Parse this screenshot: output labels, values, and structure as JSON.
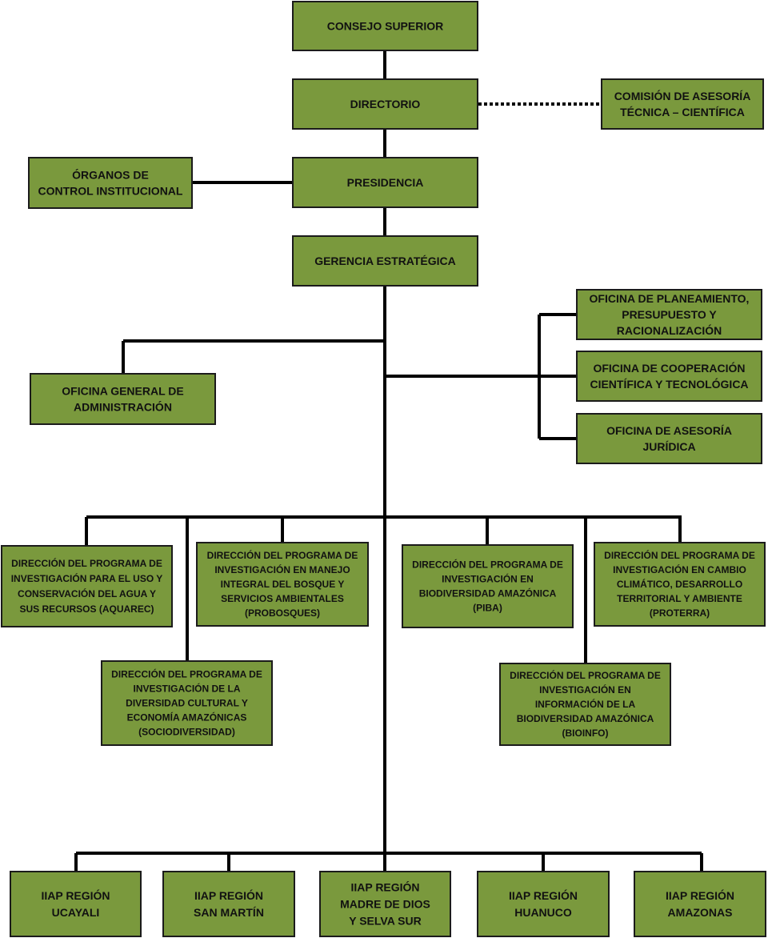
{
  "units": {
    "consejo": [
      "CONSEJO SUPERIOR"
    ],
    "directorio": [
      "DIRECTORIO"
    ],
    "comision": [
      "COMISIÓN DE ASESORÍA",
      "TÉCNICA – CIENTÍFICA"
    ],
    "presidencia": [
      "PRESIDENCIA"
    ],
    "organos": [
      "ÓRGANOS DE",
      "CONTROL INSTITUCIONAL"
    ],
    "gerencia": [
      "GERENCIA ESTRATÉGICA"
    ],
    "planeamiento": [
      "OFICINA DE PLANEAMIENTO,",
      "PRESUPUESTO Y",
      "RACIONALIZACIÓN"
    ],
    "cooperacion": [
      "OFICINA DE COOPERACIÓN",
      "CIENTÍFICA Y TECNOLÓGICA"
    ],
    "juridica": [
      "OFICINA DE ASESORÍA",
      "JURÍDICA"
    ],
    "administracion": [
      "OFICINA GENERAL DE",
      "ADMINISTRACIÓN"
    ],
    "aquarec": [
      "DIRECCIÓN DEL PROGRAMA DE",
      "INVESTIGACIÓN PARA EL USO Y",
      "CONSERVACIÓN DEL AGUA Y",
      "SUS RECURSOS (AQUAREC)"
    ],
    "probosques": [
      "DIRECCIÓN DEL PROGRAMA DE",
      "INVESTIGACIÓN EN MANEJO",
      "INTEGRAL DEL BOSQUE Y",
      "SERVICIOS AMBIENTALES",
      "(PROBOSQUES)"
    ],
    "piba": [
      "DIRECCIÓN DEL PROGRAMA DE",
      "INVESTIGACIÓN EN",
      "BIODIVERSIDAD AMAZÓNICA",
      "(PIBA)"
    ],
    "proterra": [
      "DIRECCIÓN DEL PROGRAMA DE",
      "INVESTIGACIÓN EN CAMBIO",
      "CLIMÁTICO, DESARROLLO",
      "TERRITORIAL Y AMBIENTE",
      "(PROTERRA)"
    ],
    "sociodiversidad": [
      "DIRECCIÓN DEL PROGRAMA DE",
      "INVESTIGACIÓN DE LA",
      "DIVERSIDAD CULTURAL Y",
      "ECONOMÍA AMAZÓNICAS",
      "(SOCIODIVERSIDAD)"
    ],
    "bioinfo": [
      "DIRECCIÓN DEL PROGRAMA DE",
      "INVESTIGACIÓN EN",
      "INFORMACIÓN DE LA",
      "BIODIVERSIDAD AMAZÓNICA",
      "(BIOINFO)"
    ],
    "ucayali": [
      "IIAP REGIÓN",
      "UCAYALI"
    ],
    "sanmartin": [
      "IIAP REGIÓN",
      "SAN MARTÍN"
    ],
    "madrededios": [
      "IIAP REGIÓN",
      "MADRE DE DIOS",
      "Y SELVA SUR"
    ],
    "huanuco": [
      "IIAP REGIÓN",
      "HUANUCO"
    ],
    "amazonas": [
      "IIAP REGIÓN",
      "AMAZONAS"
    ]
  },
  "colors": {
    "box_fill": "#7a993d",
    "box_border": "#1b1b1b",
    "connector": "#000000",
    "text": "#111111"
  }
}
